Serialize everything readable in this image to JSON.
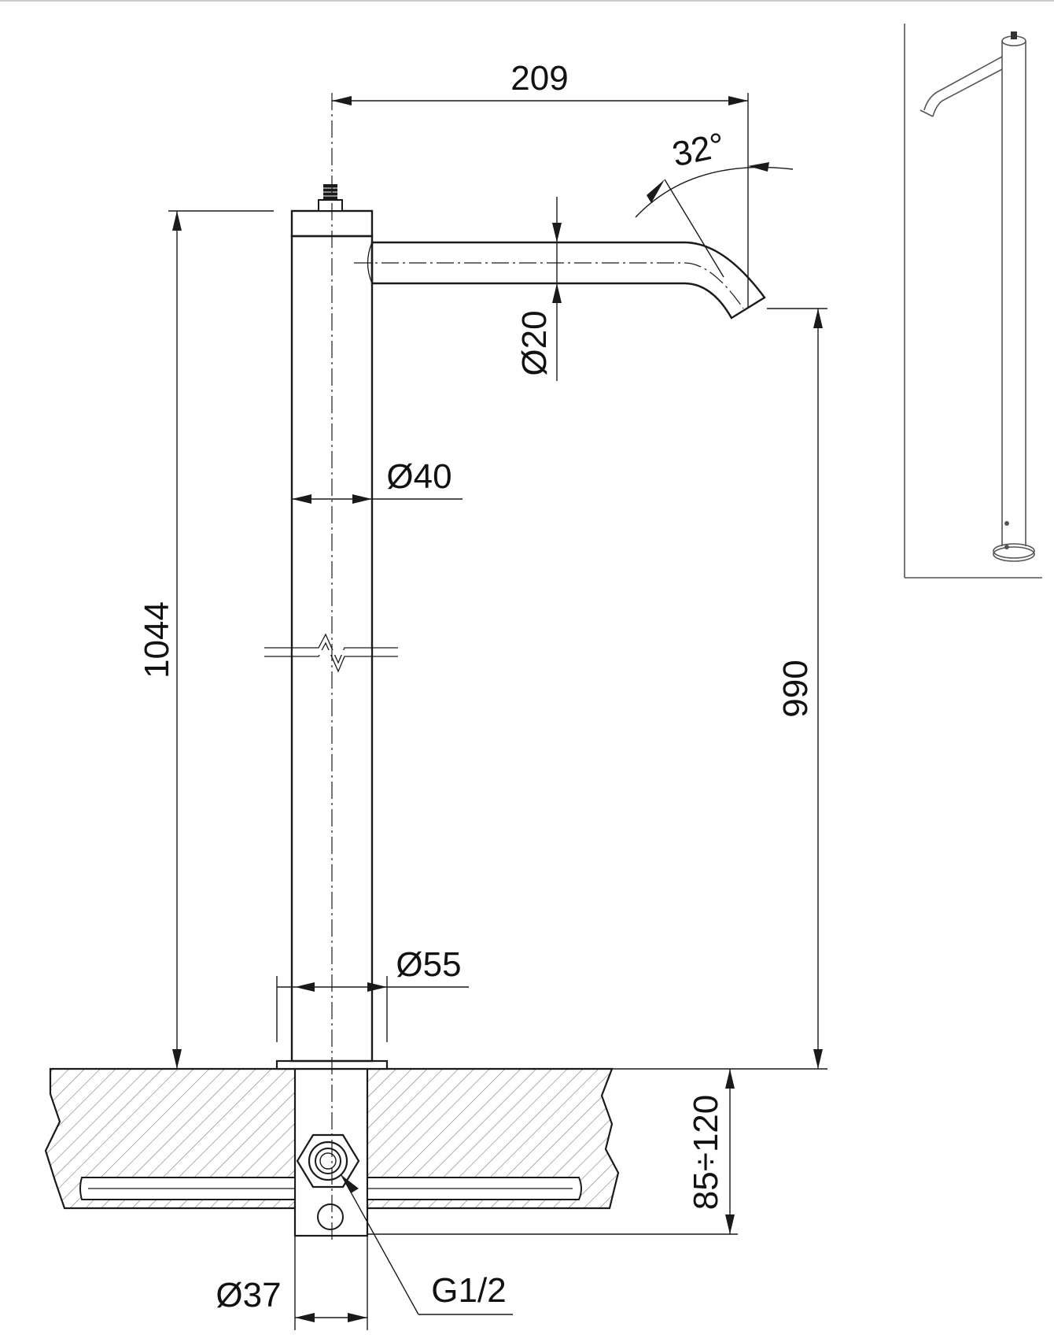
{
  "diagram": {
    "dimensions": {
      "spout_reach": "209",
      "spout_angle": "32°",
      "spout_diameter": "Ø20",
      "body_diameter": "Ø40",
      "total_height": "1044",
      "outlet_height": "990",
      "base_diameter": "Ø55",
      "mounting_thickness": "85÷120",
      "hole_diameter": "Ø37",
      "connection_thread": "G1/2"
    }
  }
}
